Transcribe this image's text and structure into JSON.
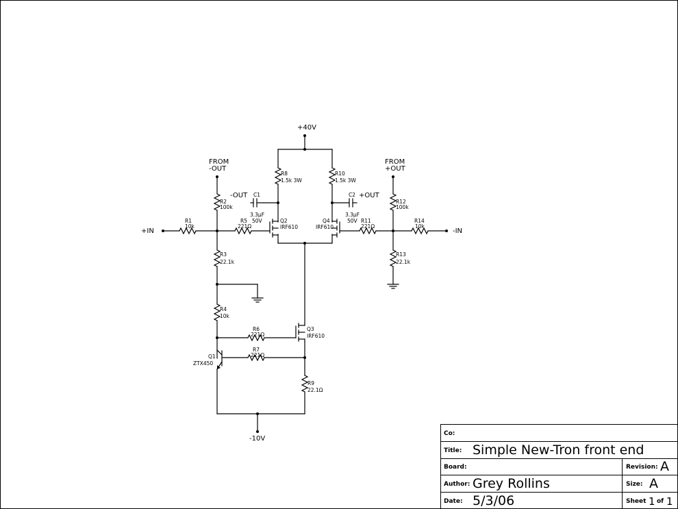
{
  "schematic": {
    "supplies": {
      "pos": "+40V",
      "neg": "-10V"
    },
    "ports": {
      "in_pos": "+IN",
      "in_neg": "-IN",
      "from_neg_out_1": "FROM",
      "from_neg_out_2": "-OUT",
      "from_pos_out_1": "FROM",
      "from_pos_out_2": "+OUT",
      "out_neg": "-OUT",
      "out_pos": "+OUT"
    },
    "resistors": {
      "R1": {
        "ref": "R1",
        "value": "10k"
      },
      "R2": {
        "ref": "R2",
        "value": "100k"
      },
      "R3": {
        "ref": "R3",
        "value": "22.1k"
      },
      "R4": {
        "ref": "R4",
        "value": "10k"
      },
      "R5": {
        "ref": "R5",
        "value": "221Ω"
      },
      "R6": {
        "ref": "R6",
        "value": "221Ω"
      },
      "R7": {
        "ref": "R7",
        "value": "221Ω"
      },
      "R8": {
        "ref": "R8",
        "value": "1.5k 3W"
      },
      "R9": {
        "ref": "R9",
        "value": "22.1Ω"
      },
      "R10": {
        "ref": "R10",
        "value": "1.5k 3W"
      },
      "R11": {
        "ref": "R11",
        "value": "221Ω"
      },
      "R12": {
        "ref": "R12",
        "value": "100k"
      },
      "R13": {
        "ref": "R13",
        "value": "22.1k"
      },
      "R14": {
        "ref": "R14",
        "value": "10k"
      }
    },
    "capacitors": {
      "C1": {
        "ref": "C1",
        "value": "3.3µF",
        "rating": "50V"
      },
      "C2": {
        "ref": "C2",
        "value": "3.3µF",
        "rating": "50V"
      }
    },
    "transistors": {
      "Q1": {
        "ref": "Q1",
        "part": "ZTX450"
      },
      "Q2": {
        "ref": "Q2",
        "part": "IRF610"
      },
      "Q3": {
        "ref": "Q3",
        "part": "IRF610"
      },
      "Q4": {
        "ref": "Q4",
        "part": "IRF610"
      }
    }
  },
  "title_block": {
    "co_label": "Co:",
    "co_value": "",
    "title_label": "Title:",
    "title_value": "Simple New-Tron front end",
    "board_label": "Board:",
    "board_value": "",
    "revision_label": "Revision:",
    "revision_value": "A",
    "author_label": "Author:",
    "author_value": "Grey Rollins",
    "size_label": "Size:",
    "size_value": "A",
    "date_label": "Date:",
    "date_value": "5/3/06",
    "sheet_label": "Sheet",
    "sheet_num": "1",
    "sheet_of": "of",
    "sheet_total": "1"
  }
}
